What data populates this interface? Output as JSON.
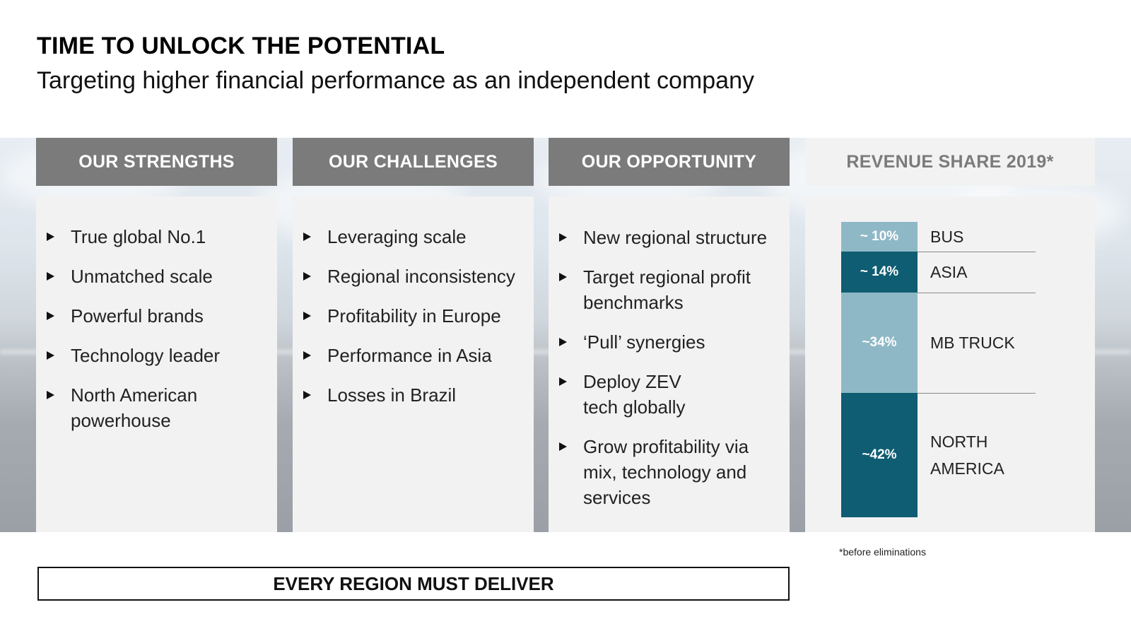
{
  "header": {
    "title": "TIME TO UNLOCK THE POTENTIAL",
    "subtitle": "Targeting higher financial performance as an independent company"
  },
  "columns": [
    {
      "heading": "OUR STRENGTHS",
      "items": [
        "True global No.1",
        "Unmatched scale",
        "Powerful brands",
        "Technology leader",
        "North American powerhouse"
      ]
    },
    {
      "heading": "OUR CHALLENGES",
      "items": [
        "Leveraging scale",
        "Regional inconsistency",
        "Profitability in Europe",
        "Performance in Asia",
        "Losses in Brazil"
      ]
    },
    {
      "heading": "OUR OPPORTUNITY",
      "items": [
        "New regional structure",
        "Target regional profit benchmarks",
        "‘Pull’ synergies",
        "Deploy ZEV tech globally",
        "Grow profitability via mix, technology and services"
      ]
    }
  ],
  "revenue": {
    "heading": "REVENUE SHARE 2019*",
    "segments": [
      {
        "value_label": "~ 10%",
        "label": "BUS",
        "share": 10,
        "color": "#8fb8c6"
      },
      {
        "value_label": "~ 14%",
        "label": "ASIA",
        "share": 14,
        "color": "#0e5d72"
      },
      {
        "value_label": "~34%",
        "label": "MB TRUCK",
        "share": 34,
        "color": "#8fb8c6"
      },
      {
        "value_label": "~42%",
        "label": "NORTH AMERICA",
        "share": 42,
        "color": "#0e5d72"
      }
    ],
    "footnote": "*before eliminations"
  },
  "footer": {
    "callout": "EVERY REGION MUST DELIVER"
  }
}
